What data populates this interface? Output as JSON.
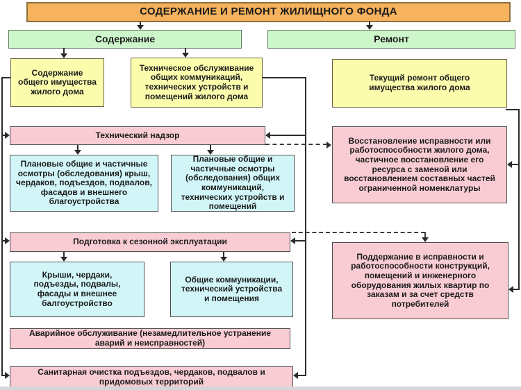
{
  "diagram": {
    "header": "СОДЕРЖАНИЕ И РЕМОНТ ЖИЛИЩНОГО ФОНДА",
    "branch_maintenance": "Содержание",
    "branch_repair": "Ремонт",
    "maintenance_common_property": "Содержание общего имущества жилого дома",
    "technical_service": "Техническое обслуживание общих коммуникаций, технических устройств и помещений жилого дома",
    "current_repair": "Текущий ремонт общего имущества жилого дома",
    "technical_supervision": "Технический надзор",
    "planned_inspections_buildings": "Плановые общие и частичные осмотры (обследования) крыш, чердаков, подъездов, подвалов, фасадов и внешнего благоустройства",
    "planned_inspections_communications": "Плановые общие и частичные осмотры (обследования) общих коммуникаций, технических устройств и помещений",
    "restoration": "Восстановление исправности или работоспособности жилого дома, частичное восстановление его ресурса с заменой или восстановлением составных частей ограниченной номенклатуры",
    "seasonal_preparation": "Подготовка к сезонной эксплуатации",
    "roofs_attics": "Крыши, чердаки, подъезды, подвалы, фасады и внешнее балгоустройство",
    "common_communications": "Общие коммуникации, технический устройства и помещения",
    "upkeep_on_request": "Поддержание в исправности и работоспособности конструкций, помещений и инженерного оборудования жилых квартир по заказам и за счет средств потребителей",
    "emergency_service": "Аварийное обслуживание (незамедлительное устранение аварий и неисправностей)",
    "sanitary_cleaning": "Санитарная очистка подъездов, чердаков, подвалов и придомовых территорий"
  },
  "colors": {
    "header_fill": "#F6B25C",
    "branch_fill": "#CDF7CB",
    "task_fill": "#FCFCAD",
    "group_fill": "#F9CCD4",
    "detail_fill": "#D2F6F8",
    "line": "#2b2b2b"
  }
}
